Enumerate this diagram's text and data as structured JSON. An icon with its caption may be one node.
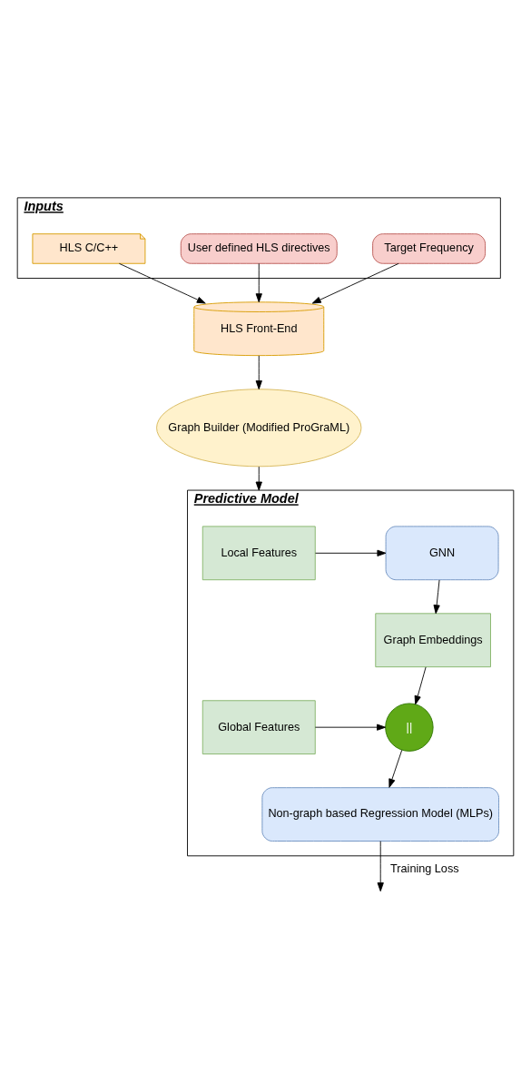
{
  "diagram": {
    "nodes": [
      {
        "text": [
          "Inputs"
        ]
      },
      {
        "text": [
          "HLS C/C++"
        ],
        "in": 0
      },
      {
        "text": [
          "User defined HLS directives"
        ],
        "in": 0
      },
      {
        "text": [
          "Target Frequency"
        ],
        "in": 0
      },
      {
        "text": [
          "HLS Front-End"
        ]
      },
      {
        "text": [
          "Graph Builder (Modified ProGraML)"
        ]
      },
      {
        "text": [
          "Predictive Model"
        ]
      },
      {
        "text": [
          "Local Features"
        ],
        "in": 6
      },
      {
        "text": [
          "GNN"
        ],
        "in": 6
      },
      {
        "text": [
          "Graph Embeddings"
        ],
        "in": 6
      },
      {
        "text": [
          "Global Features"
        ],
        "in": 6
      },
      {
        "text": [
          "||"
        ],
        "in": 6
      },
      {
        "text": [
          "Non-graph based Regression Model (MLPs)"
        ],
        "in": 6
      }
    ],
    "edges": [
      {
        "from": 1,
        "to": 4,
        "arrow": "to"
      },
      {
        "from": 2,
        "to": 4,
        "arrow": "to"
      },
      {
        "from": 3,
        "to": 4,
        "arrow": "to"
      },
      {
        "from": 4,
        "to": 5,
        "arrow": "to"
      },
      {
        "from": 5,
        "to": 6,
        "arrow": "to"
      },
      {
        "from": 7,
        "to": 8,
        "arrow": "to"
      },
      {
        "from": 8,
        "to": 9,
        "arrow": "to"
      },
      {
        "from": 9,
        "to": 11,
        "arrow": "to"
      },
      {
        "from": 10,
        "to": 11,
        "arrow": "to"
      },
      {
        "from": 11,
        "to": 12,
        "arrow": "to"
      },
      {
        "from": 12,
        "to": null,
        "arrow": "to",
        "label": "Training Loss"
      }
    ]
  }
}
